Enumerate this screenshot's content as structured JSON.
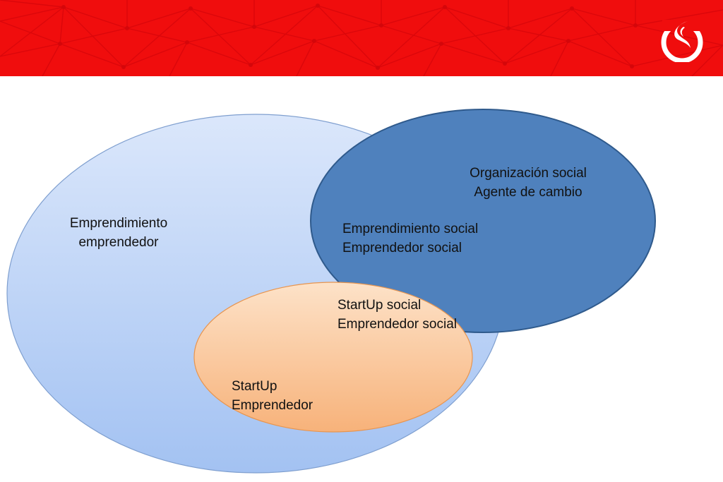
{
  "header": {
    "logo_icon": "upc-flame-logo",
    "brand_color": "#f00d0d"
  },
  "diagram": {
    "large_circle": {
      "line1": "Emprendimiento",
      "line2": "emprendedor",
      "fill_top": "#dbe7fb",
      "fill_bottom": "#a3c2f2"
    },
    "blue_circle": {
      "top_line1": "Organización social",
      "top_line2": "Agente de cambio",
      "mid_line1": "Emprendimiento social",
      "mid_line2": "Emprendedor social",
      "fill": "#4f81bd"
    },
    "small_circle": {
      "top_line1": "StartUp social",
      "top_line2": "Emprendedor social",
      "bottom_line1": "StartUp",
      "bottom_line2": "Emprendedor",
      "fill_top": "#fde2c8",
      "fill_bottom": "#f7b27a"
    }
  }
}
